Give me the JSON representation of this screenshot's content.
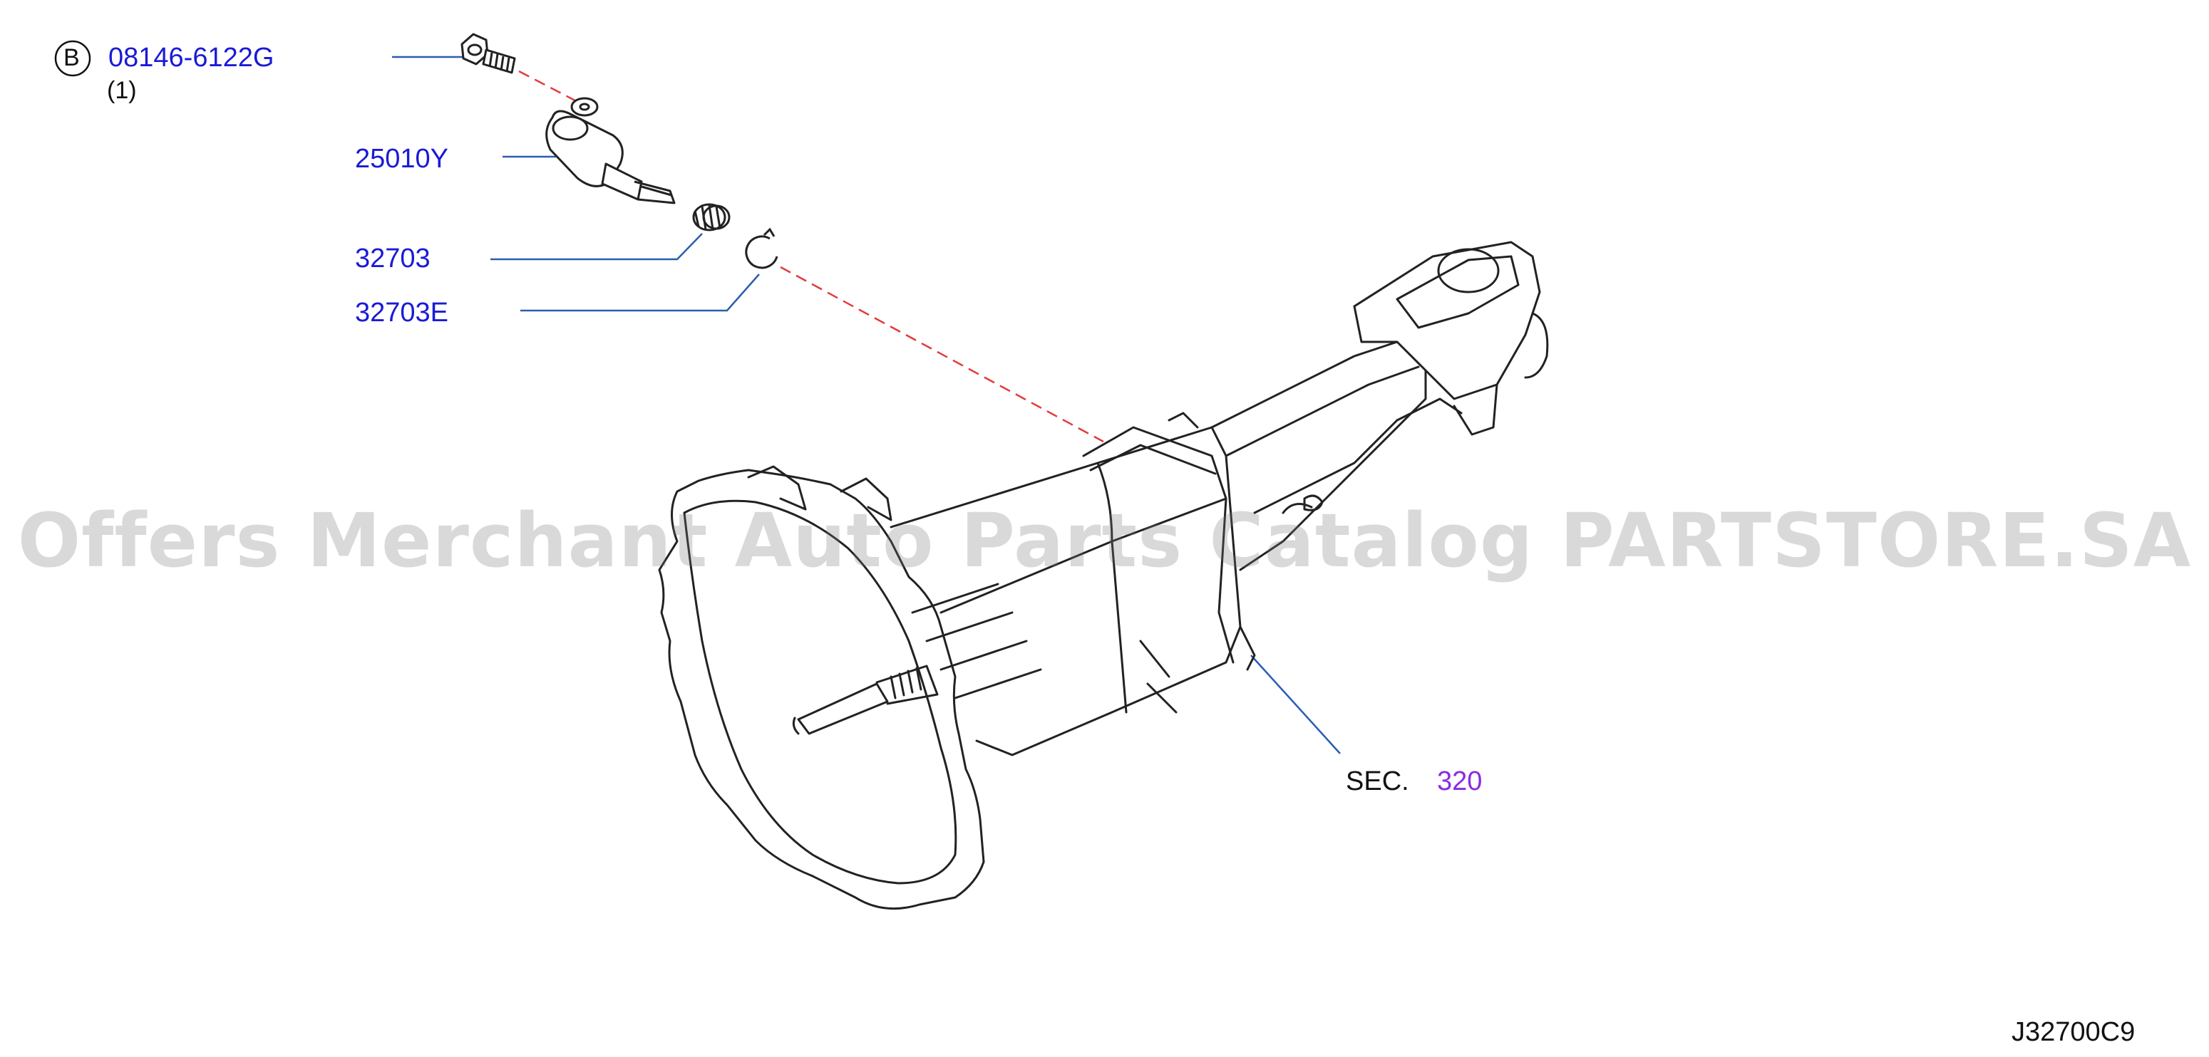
{
  "callouts": {
    "bolt_ref_letter": "B",
    "bolt_part": "08146-6122G",
    "bolt_qty": "(1)",
    "sensor_part": "25010Y",
    "gear_part": "32703",
    "snap_ring_part": "32703E",
    "section_prefix": "SEC.",
    "section_number": "320"
  },
  "diagram_code": "J32700C9",
  "watermark": "Offers Merchant Auto Parts Catalog PARTSTORE.SA",
  "colors": {
    "part_number": "#1a1ad6",
    "section_link": "#8a2be2",
    "leader_line": "#2a5db0",
    "dashed_line": "#e23b3b",
    "drawing": "#222222"
  }
}
